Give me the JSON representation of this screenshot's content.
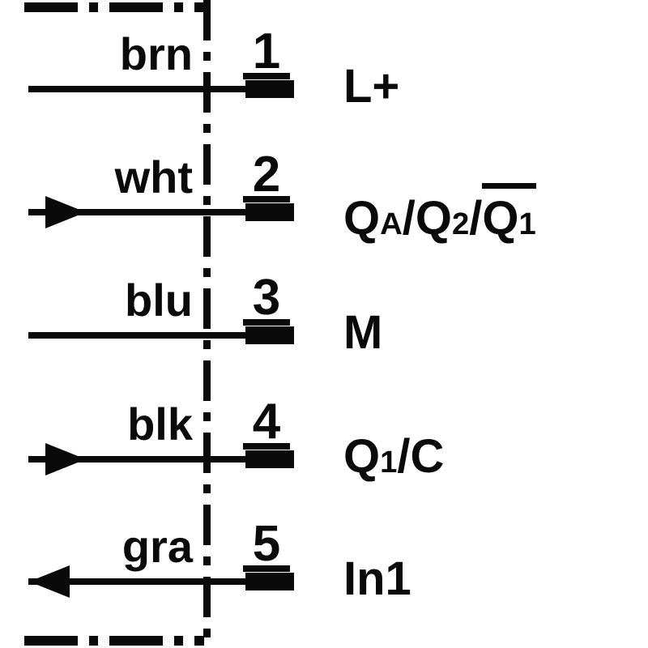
{
  "diagram": {
    "type": "wiring-connection-diagram",
    "line_color": "#0a0a0a",
    "background_color": "#ffffff",
    "rows": [
      {
        "pin": "1",
        "wire_color": "brn",
        "arrow": "none",
        "function_label": "L+",
        "label_parts": [
          {
            "t": "L+"
          }
        ]
      },
      {
        "pin": "2",
        "wire_color": "wht",
        "arrow": "right",
        "function_label": "QA/Q2/Q1(overline)",
        "label_parts": [
          {
            "t": "Q"
          },
          {
            "t": "A",
            "small": true
          },
          {
            "t": "/Q"
          },
          {
            "t": "2",
            "small": true
          },
          {
            "t": "/"
          },
          {
            "over": true,
            "parts": [
              {
                "t": "Q"
              },
              {
                "t": "1",
                "small": true
              }
            ]
          }
        ]
      },
      {
        "pin": "3",
        "wire_color": "blu",
        "arrow": "none",
        "function_label": "M",
        "label_parts": [
          {
            "t": "M"
          }
        ]
      },
      {
        "pin": "4",
        "wire_color": "blk",
        "arrow": "right",
        "function_label": "Q1/C",
        "label_parts": [
          {
            "t": "Q"
          },
          {
            "t": "1",
            "small": true
          },
          {
            "t": "/C"
          }
        ]
      },
      {
        "pin": "5",
        "wire_color": "gra",
        "arrow": "left",
        "function_label": "In1",
        "label_parts": [
          {
            "t": "In1"
          }
        ]
      }
    ]
  }
}
